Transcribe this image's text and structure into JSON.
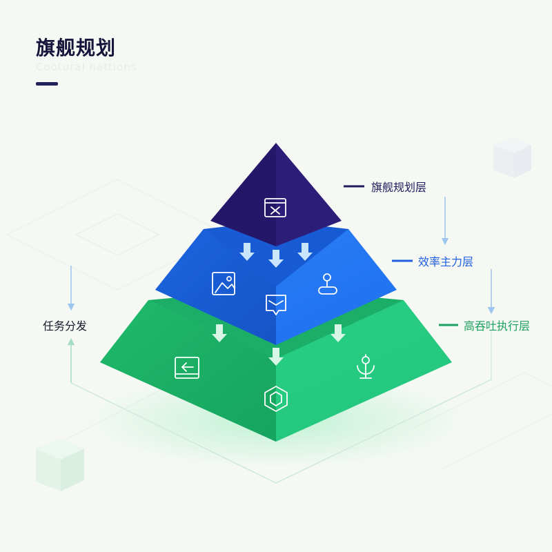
{
  "header": {
    "title": "旗舰规划",
    "subtitle": "Cootural hattions"
  },
  "layers": [
    {
      "name": "旗舰规划层",
      "color": "#2a1a70"
    },
    {
      "name": "效率主力层",
      "color": "#1e6ff0"
    },
    {
      "name": "高吞吐执行层",
      "color": "#22c47a"
    }
  ],
  "side_label": "任务分发",
  "icons": [
    "terminal-window-icon",
    "image-icon",
    "joystick-icon",
    "message-icon",
    "browser-return-icon",
    "globe-pin-icon",
    "hexagon-shield-icon"
  ],
  "colors": {
    "navy": "#15143a",
    "blue": "#1e6ff0",
    "green": "#22c47a",
    "arrow_light": "#9cc6ee"
  }
}
